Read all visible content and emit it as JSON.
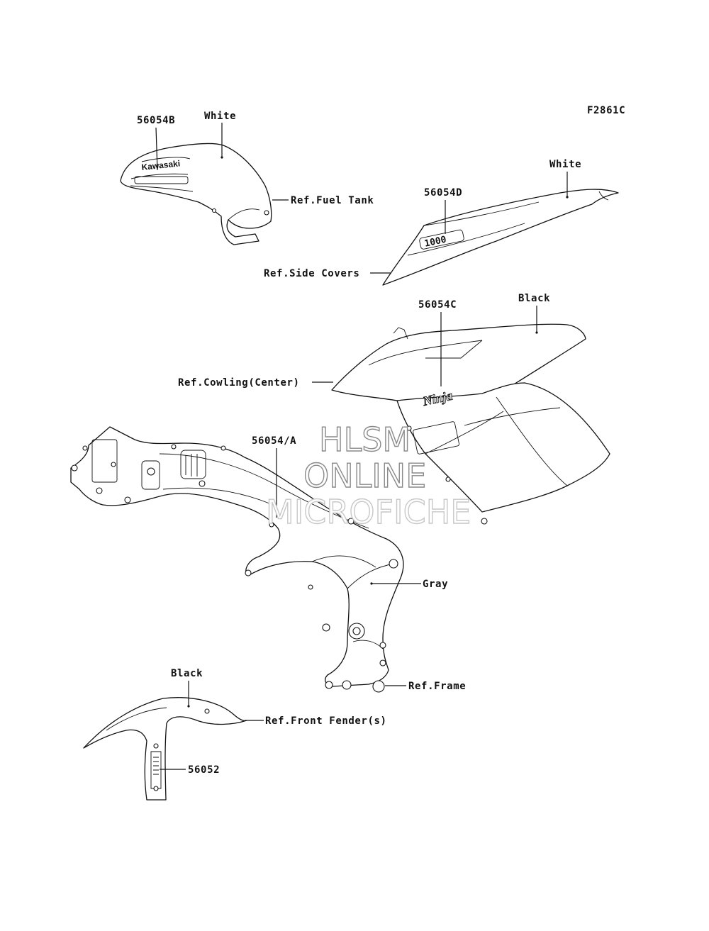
{
  "figure_code": "F2861C",
  "labels": {
    "tank_part": "56054B",
    "tank_color": "White",
    "tank_ref": "Ref.Fuel Tank",
    "tank_logo": "Kawasaki",
    "side_color": "White",
    "side_part": "56054D",
    "side_ref": "Ref.Side Covers",
    "side_badge": "1000",
    "cowl_part": "56054C",
    "cowl_color": "Black",
    "cowl_ref": "Ref.Cowling(Center)",
    "cowl_badge": "Ninja",
    "frame_part": "56054/A",
    "frame_color": "Gray",
    "frame_ref": "Ref.Frame",
    "fender_color": "Black",
    "fender_ref": "Ref.Front Fender(s)",
    "fender_part": "56052"
  },
  "watermark": {
    "line1": "HLSM",
    "line2": "ONLINE",
    "line3": "MICROFICHE"
  }
}
